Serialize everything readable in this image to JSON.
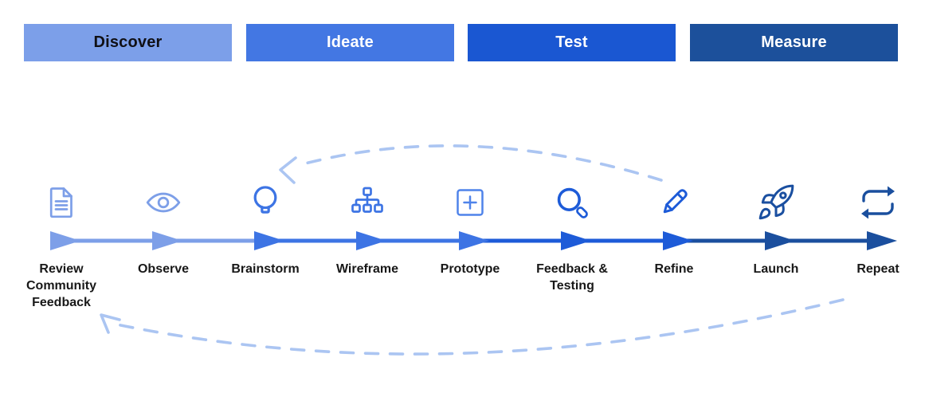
{
  "phases": [
    {
      "label": "Discover",
      "color": "#7C9FE9",
      "text_color": "#101015"
    },
    {
      "label": "Ideate",
      "color": "#4377E3",
      "text_color": "#FFFFFF"
    },
    {
      "label": "Test",
      "color": "#1A57D2",
      "text_color": "#FFFFFF"
    },
    {
      "label": "Measure",
      "color": "#1C509B",
      "text_color": "#FFFFFF"
    }
  ],
  "timeline": {
    "steps": [
      {
        "label": "Review Community Feedback",
        "icon": "document-icon",
        "color": "#7D9FE8"
      },
      {
        "label": "Observe",
        "icon": "eye-icon",
        "color": "#7D9FE8"
      },
      {
        "label": "Brainstorm",
        "icon": "lightbulb-icon",
        "color": "#3D74E4"
      },
      {
        "label": "Wireframe",
        "icon": "sitemap-icon",
        "color": "#3D74E4"
      },
      {
        "label": "Prototype",
        "icon": "plus-square-icon",
        "color": "#4F83EA"
      },
      {
        "label": "Feedback & Testing",
        "icon": "magnifier-icon",
        "color": "#1D5BD8"
      },
      {
        "label": "Refine",
        "icon": "pencil-icon",
        "color": "#1D5BD8"
      },
      {
        "label": "Launch",
        "icon": "rocket-icon",
        "color": "#1A4FA0"
      },
      {
        "label": "Repeat",
        "icon": "repeat-icon",
        "color": "#1A4F9E"
      }
    ],
    "arrow_segment_colors": [
      "#7D9FE8",
      "#7D9FE8",
      "#3D74E4",
      "#3D74E4",
      "#1D5BD8",
      "#1D5BD8",
      "#1B4F9E",
      "#1B4F9E"
    ],
    "arrowhead_colors": [
      "#7D9FE8",
      "#7D9FE8",
      "#3D74E4",
      "#3D74E4",
      "#3D74E4",
      "#1D5BD8",
      "#1D5BD8",
      "#1B4F9E",
      "#1B4F9E"
    ],
    "loop_arrows": [
      {
        "name": "top-loop-refine-to-brainstorm",
        "style": "dashed",
        "color": "#ABC5F2"
      },
      {
        "name": "bottom-loop-repeat-to-start",
        "style": "dashed",
        "color": "#ABC5F2"
      }
    ]
  }
}
